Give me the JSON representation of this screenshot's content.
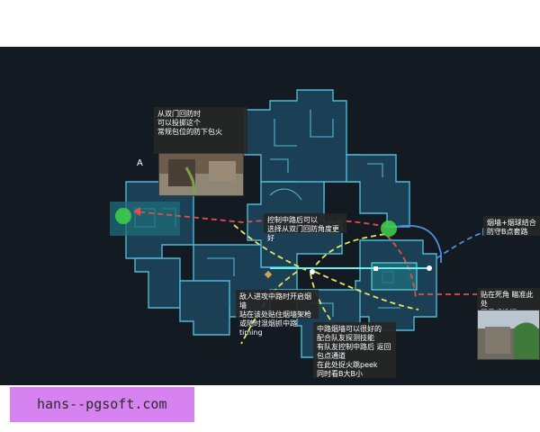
{
  "map": {
    "site_a_label": "A",
    "colors": {
      "background": "#141a22",
      "wall": "#4fb8d8",
      "floor": "#1b3f55",
      "site_zone": "#1f6d7a",
      "red_path": "#e0504a",
      "yellow_path": "#e8e65a",
      "blue_path": "#4f8fe0",
      "smoke": "#3fd24a",
      "highlight_line": "#66f0f0"
    }
  },
  "annotations": {
    "double_door_fire": "从双门回防时\n可以投掷这个\n常规包位的防下包火",
    "mid_control": "控制中路后可以\n选择从双门回防角度更好",
    "smoke_ball_combo": "烟墙+烟球结合\n防守B点套路",
    "enemy_mid_smoke": "敌人进攻中路时开启烟墙\n站在该处贴住烟墙架枪\n或随时混烟抓中路timing",
    "corner_b": "贴在死角 瞄准此处\n开局后投掷",
    "mid_smoke_team": "中路烟墙可以很好的\n配合队友探测技能\n有队友控制中路后 返回\n包点通道\n在此处捉火跳peek\n同时看B大B小"
  },
  "watermark": {
    "text": "hans--pgsoft.com"
  }
}
